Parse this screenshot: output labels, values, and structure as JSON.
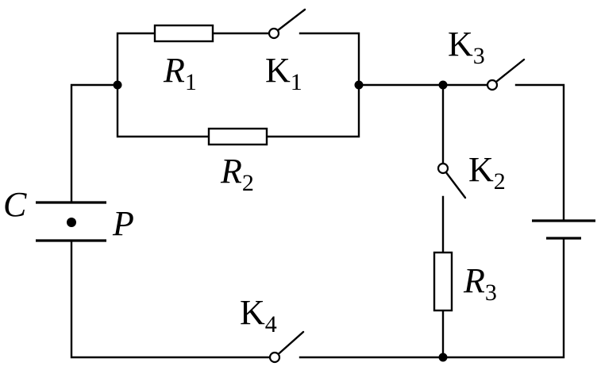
{
  "labels": {
    "R1": {
      "main": "R",
      "sub": "1"
    },
    "R2": {
      "main": "R",
      "sub": "2"
    },
    "R3": {
      "main": "R",
      "sub": "3"
    },
    "K1": {
      "main": "K",
      "sub": "1"
    },
    "K2": {
      "main": "K",
      "sub": "2"
    },
    "K3": {
      "main": "K",
      "sub": "3"
    },
    "K4": {
      "main": "K",
      "sub": "4"
    },
    "C": "C",
    "P": "P"
  },
  "switches": {
    "K1": "open",
    "K2": "open",
    "K3": "open",
    "K4": "open"
  }
}
